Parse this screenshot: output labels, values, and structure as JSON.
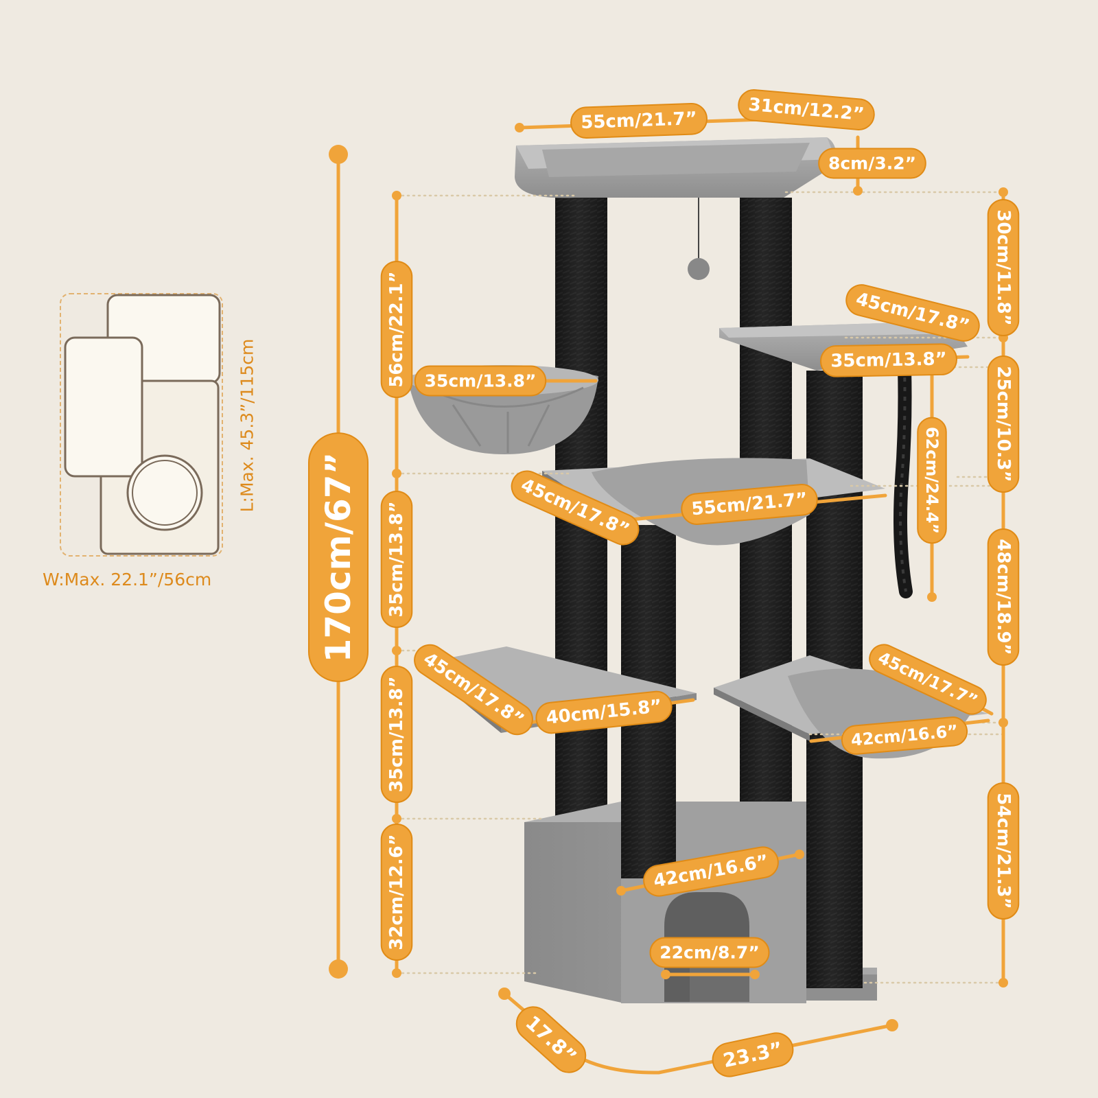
{
  "colors": {
    "accent": "#f0a43a",
    "accent_dark": "#e08b16",
    "background": "#efeae1",
    "plush": "#9c9c9c",
    "post": "#1a1a1a"
  },
  "footprint": {
    "width_label": "W:Max. 22.1”/56cm",
    "length_label": "L:Max. 45.3”/115cm"
  },
  "dimensions": {
    "total_height": "170cm/67”",
    "top_perch_width": "55cm/21.7”",
    "top_perch_depth": "31cm/12.2”",
    "top_perch_rim": "8cm/3.2”",
    "right_gap_top": "30cm/11.8”",
    "right_upper_platform_length": "45cm/17.8”",
    "right_upper_platform_width": "35cm/13.8”",
    "right_gap_upper": "25cm/10.3”",
    "rope_length": "62cm/24.4”",
    "right_gap_middle": "48cm/18.9”",
    "right_gap_lower": "54cm/21.3”",
    "left_gap_top": "56cm/22.1”",
    "basket_diameter": "35cm/13.8”",
    "left_gap_upper": "35cm/13.8”",
    "left_gap_lower": "35cm/13.8”",
    "left_gap_base": "32cm/12.6”",
    "hammock_depth": "45cm/17.8”",
    "hammock_width": "55cm/21.7”",
    "left_platform_depth": "45cm/17.8”",
    "left_platform_width": "40cm/15.8”",
    "right_hammock_depth": "45cm/17.7”",
    "right_hammock_width": "42cm/16.6”",
    "condo_top_width": "42cm/16.6”",
    "condo_door_width": "22cm/8.7”",
    "base_depth": "17.8”",
    "base_width": "23.3”"
  }
}
